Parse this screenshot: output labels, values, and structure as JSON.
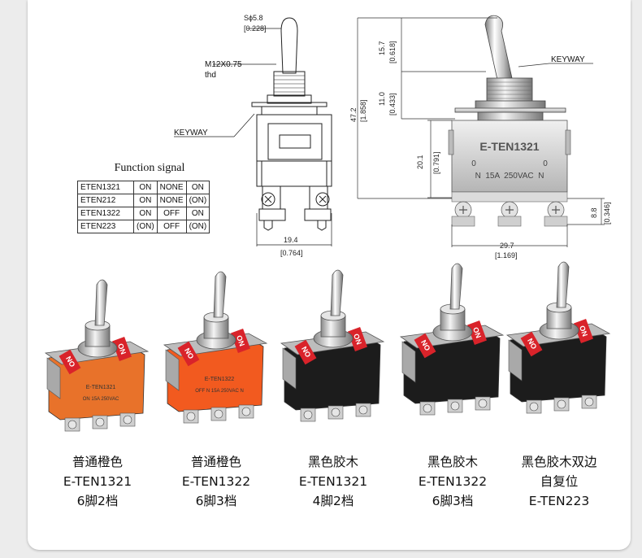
{
  "drawing": {
    "left": {
      "dim_s": "Sϕ5.8",
      "dim_s_in": "[0.228]",
      "thread": "M12X0.75",
      "thread2": "thd",
      "keyway": "KEYWAY",
      "width": "19.4",
      "width_in": "[0.764]"
    },
    "right": {
      "keyway": "KEYWAY",
      "label": "E-TEN1321",
      "pos_a": "0",
      "pos_b": "0",
      "rating": "N  15A  250VAC  N",
      "h_total": "47.2",
      "h_total_in": "[1.858]",
      "h_lever": "15.7",
      "h_lever_in": "[0.618]",
      "h_bush": "11.0",
      "h_bush_in": "[0.433]",
      "h_body": "20.1",
      "h_body_in": "[0.791]",
      "h_term": "8.8",
      "h_term_in": "[0.346]",
      "width": "29.7",
      "width_in": "[1.169]"
    }
  },
  "function_signal": {
    "title": "Function signal",
    "rows": [
      [
        "ETEN1321",
        "ON",
        "NONE",
        "ON"
      ],
      [
        "ETEN212",
        "ON",
        "NONE",
        "(ON)"
      ],
      [
        "ETEN1322",
        "ON",
        "OFF",
        "ON"
      ],
      [
        "ETEN223",
        "(ON)",
        "OFF",
        "(ON)"
      ]
    ]
  },
  "products": [
    {
      "lines": [
        "普通橙色",
        "E-TEN1321",
        "6脚2档"
      ],
      "body_color": "#e8722a",
      "top_color": "#9a9a2e",
      "label": "E-TEN1321",
      "label2": "ON   15A  250VAC"
    },
    {
      "lines": [
        "普通橙色",
        "E-TEN1322",
        "6脚3档"
      ],
      "body_color": "#f25a1f",
      "top_color": "#f25a1f",
      "label": "E-TEN1322",
      "label2": "OFF  N 15A 250VAC N"
    },
    {
      "lines": [
        "黑色胶木",
        "E-TEN1321",
        "4脚2档"
      ],
      "body_color": "#1c1c1c",
      "top_color": "#1c1c1c",
      "label": "",
      "label2": ""
    },
    {
      "lines": [
        "黑色胶木",
        "E-TEN1322",
        "6脚3档"
      ],
      "body_color": "#1c1c1c",
      "top_color": "#1c1c1c",
      "label": "",
      "label2": ""
    },
    {
      "lines": [
        "黑色胶木双边",
        "自复位",
        "E-TEN223"
      ],
      "body_color": "#1c1c1c",
      "top_color": "#1c1c1c",
      "label": "",
      "label2": ""
    }
  ],
  "on_tab_text": "ON",
  "colors": {
    "on_tab": "#d9232a",
    "metal": "#c8c8c8"
  }
}
